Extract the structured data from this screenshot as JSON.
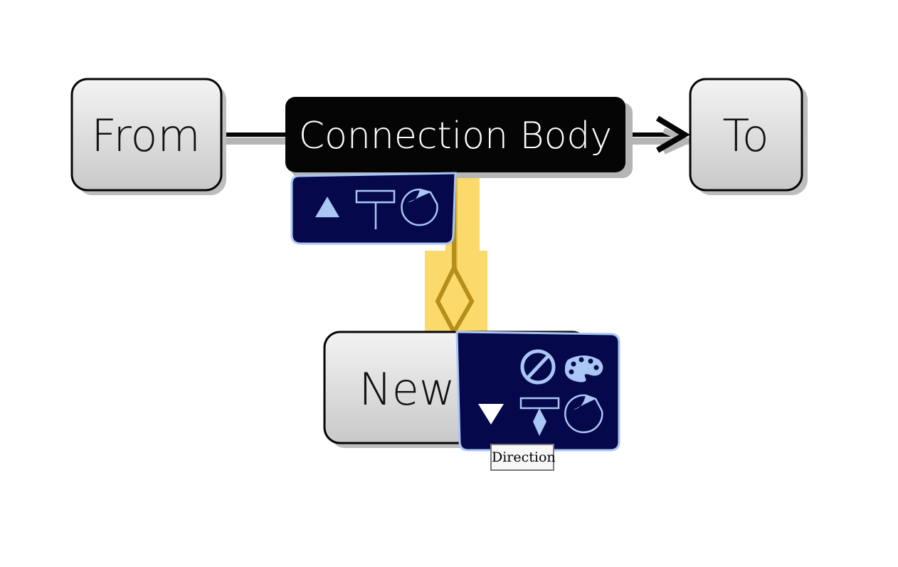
{
  "nodes": {
    "from": {
      "label": "From"
    },
    "to": {
      "label": "To"
    },
    "new": {
      "label": "New"
    }
  },
  "connection": {
    "label": "Connection Body"
  },
  "edge_toolbar": {
    "items": [
      "direction-up-icon",
      "text-style-icon",
      "sticker-icon"
    ]
  },
  "new_link_toolbar": {
    "items": [
      "remove-icon",
      "palette-icon",
      "direction-down-icon",
      "diamond-marker-icon",
      "sticker-icon"
    ]
  },
  "tooltip": {
    "text": "Direction"
  },
  "colors": {
    "node_fill_top": "#f2f2f2",
    "node_fill_bottom": "#cccccc",
    "connection_fill": "#050505",
    "toolbar_fill": "#05084a",
    "toolbar_border": "#a9c6f5",
    "icon_color": "#a9c6f5",
    "highlight": "#fbd96a",
    "link_stroke": "#b58e1c"
  }
}
